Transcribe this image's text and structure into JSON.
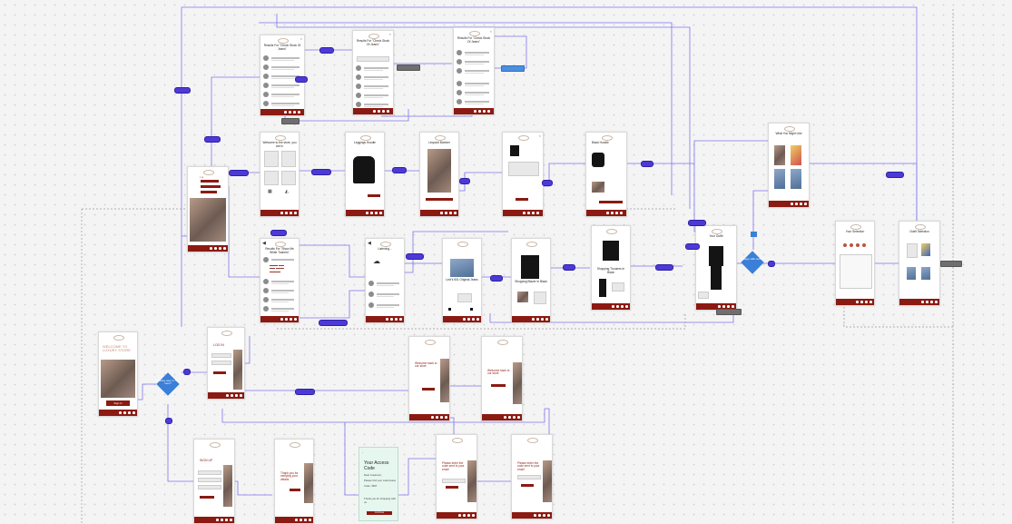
{
  "canvas": {
    "background": "#f4f4f4",
    "grid_dot": "#d6d6d6"
  },
  "colors": {
    "connector": "#4d3ad6",
    "footer_bar": "#8b1a12",
    "decision": "#3a7fd8",
    "accent_text": "#c98a7a"
  },
  "screens": {
    "search_results_a": {
      "title": "Results For \"Check Stock Of Jeans\""
    },
    "search_results_b": {
      "title": "Results For \"Check Stock Of Jeans\""
    },
    "search_results_c": {
      "title": "Results For \"Check Stock Of Jeans\""
    },
    "category_grid": {
      "title": "Welcome to the store, you are in"
    },
    "product_hoodie": {
      "title": "Leggings Hoodie"
    },
    "product_jacket": {
      "title": "Leopard Bomber"
    },
    "cart_item": {
      "title": "Add To Bag"
    },
    "checkout_hoodie": {
      "title": "Black Hoodie"
    },
    "voice_results": {
      "title": "Results For \"Show Me White Trainers\""
    },
    "voice_listen": {
      "title": "Listening..."
    },
    "jeans_detail": {
      "title": "Levi's 501 Original Jeans"
    },
    "blazer_detail": {
      "title": "Shopping Blazer In Black"
    },
    "outfit_tee": {
      "title": "Shopping Trousers In Black"
    },
    "outfit_full": {
      "title": "Your Outfit"
    },
    "recommend": {
      "title": "What You Might Like"
    },
    "store_map": {
      "title": "Your Selection"
    },
    "summary": {
      "title": "Outfit Selection"
    },
    "landing": {
      "title": "WELCOME TO LUXURY STORE",
      "button": "Sign In"
    },
    "login_top": {
      "title": "LOG IN",
      "label": "Enter Name"
    },
    "login_bottom": {
      "title": "SIGN UP",
      "label": "Enter Name"
    },
    "confirm": {
      "title": "Thank you for verifying your details"
    },
    "welcome_back_a": {
      "title": "Welcome back to our store"
    },
    "welcome_back_b": {
      "title": "Welcome back to our store"
    },
    "mint_email": {
      "heading": "Your Access Code",
      "lines": [
        "Dear Customer,",
        "Please find your code below",
        "Code: 4567",
        "Thank you for shopping with us"
      ],
      "button": "Continue"
    },
    "otp_a": {
      "title": "Please enter the code sent to your email"
    },
    "otp_b": {
      "title": "Please enter the code sent to your email"
    }
  },
  "decisions": {
    "login_check": "Existing user or new user?",
    "outfit_check": "Happy with outfit?"
  }
}
